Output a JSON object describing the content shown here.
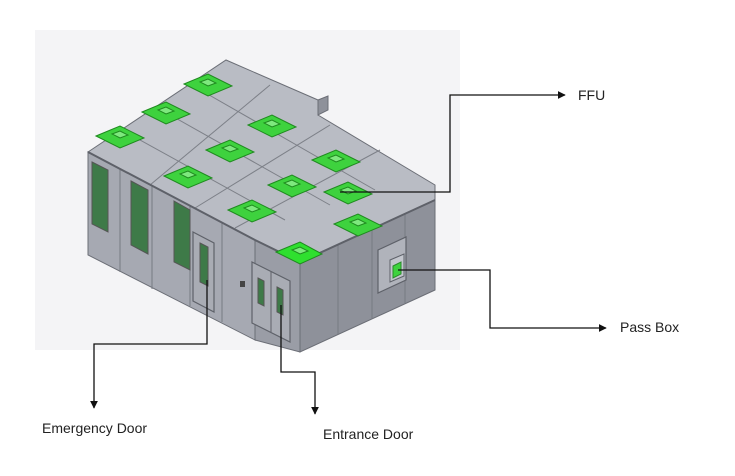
{
  "labels": {
    "ffu": "FFU",
    "pass_box": "Pass Box",
    "emergency_door": "Emergency Door",
    "entrance_door": "Entrance Door"
  },
  "colors": {
    "ffu_green": "#3ed23e",
    "wall_panel": "#9ea1ab",
    "roof": "#b9bcc4",
    "window_green": "#3e7a48",
    "leader_line": "#111111"
  }
}
